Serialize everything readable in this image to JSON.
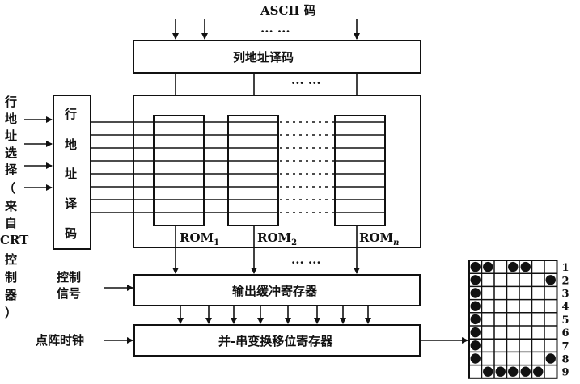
{
  "diagram": {
    "ascii_label": "ASCII 码",
    "col_decoder_label": "列地址译码",
    "row_select_chars": [
      "行",
      "地",
      "址",
      "选",
      "择",
      "（",
      "来",
      "自"
    ],
    "crt_label": "CRT",
    "ctrl_chars": [
      "控",
      "制",
      "器",
      "）"
    ],
    "row_decoder_chars": [
      "行",
      "地",
      "址",
      "译",
      "码"
    ],
    "rom1_label": "ROM",
    "rom1_sub": "1",
    "rom2_label": "ROM",
    "rom2_sub": "2",
    "romn_label": "ROM",
    "romn_sub": "n",
    "ellipsis": "··· ···",
    "control_signal_line1": "控制",
    "control_signal_line2": "信号",
    "output_buffer_label": "输出缓冲寄存器",
    "clock_label": "点阵时钟",
    "shift_register_label": "并-串变换移位寄存器",
    "row_numbers": [
      "1",
      "2",
      "3",
      "4",
      "5",
      "6",
      "7",
      "8",
      "9"
    ]
  }
}
